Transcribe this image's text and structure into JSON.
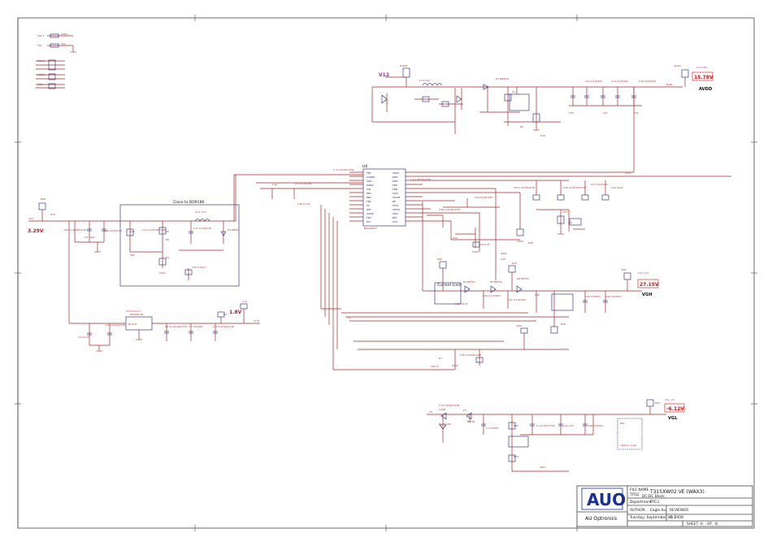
{
  "voltages": {
    "avdd": "15.78V",
    "v3_3": "3.29V",
    "v1_8": "1.8V",
    "vgh": "27.15V",
    "vgl": "-6.12V"
  },
  "nets": {
    "v12": "V12",
    "avdd": "AVDD",
    "vgh": "VGH",
    "vgl": "VGL"
  },
  "labels": {
    "close_box": "Close to BD9186",
    "current_limit": "Current Limit",
    "u_label": "U6",
    "option": "Option: Load"
  },
  "title_block": {
    "logo": "AUO",
    "company": "AU Optronics",
    "file_name_label": "FILE NAME",
    "file_name": "T315XW02 VE (WAX3)",
    "title_label": "TITLE",
    "title": "DC-DC Block",
    "department_label": "Department",
    "department": "RTC3",
    "author_label": "AUTHOR",
    "author": "Eagle Su",
    "reviewer_label": "REVIEWER",
    "date": "Tuesday, September 30, 2008",
    "rev": "0.1",
    "sheet_label": "SHEET",
    "sheet": "6",
    "of_label": "OF",
    "of": "8"
  },
  "colors": {
    "wire": "#9c2a2a",
    "component": "#1b1b7a",
    "voltage_text": "#d01010",
    "net_magenta": "#b020b0",
    "logo_blue": "#1a2f9a"
  }
}
